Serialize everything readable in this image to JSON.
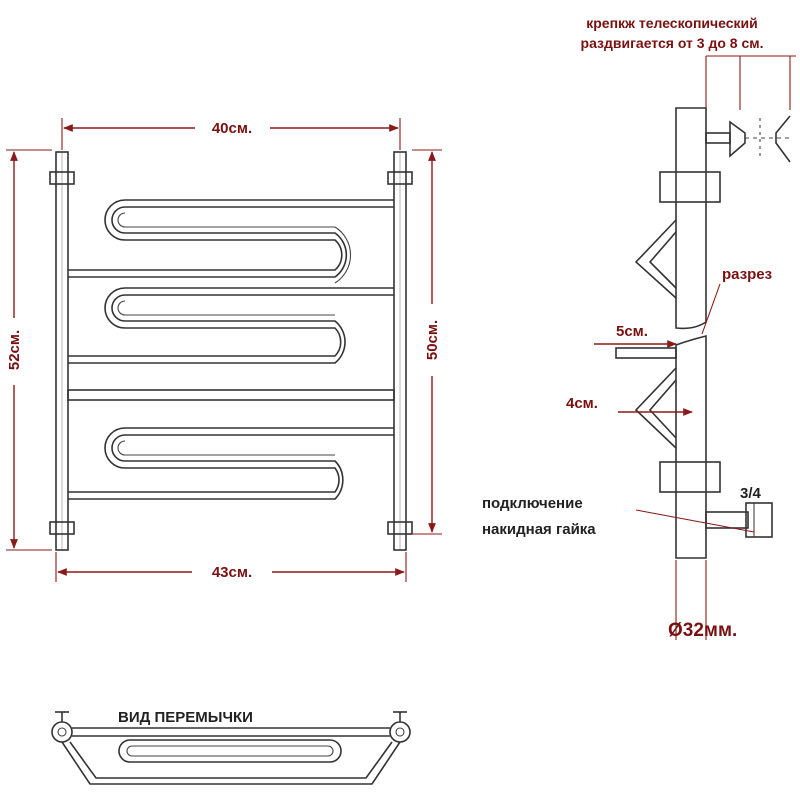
{
  "front_view": {
    "width_top": "40см.",
    "width_bottom": "43см.",
    "height_total": "52см.",
    "height_centers": "50см."
  },
  "side_view": {
    "mount_note_line1": "крепкж телескопический",
    "mount_note_line2": "раздвигается от 3 до 8 см.",
    "section_label": "разрез",
    "offset_top": "5см.",
    "offset_bracket": "4см.",
    "connection_line1": "подключение",
    "connection_line2": "накидная гайка",
    "thread_size": "3/4",
    "pipe_diameter": "Ø32мм."
  },
  "bridge_view": {
    "title": "ВИД ПЕРЕМЫЧКИ"
  },
  "colors": {
    "dimension": "#8b1a1a",
    "drawing": "#333333",
    "label": "#222222"
  }
}
